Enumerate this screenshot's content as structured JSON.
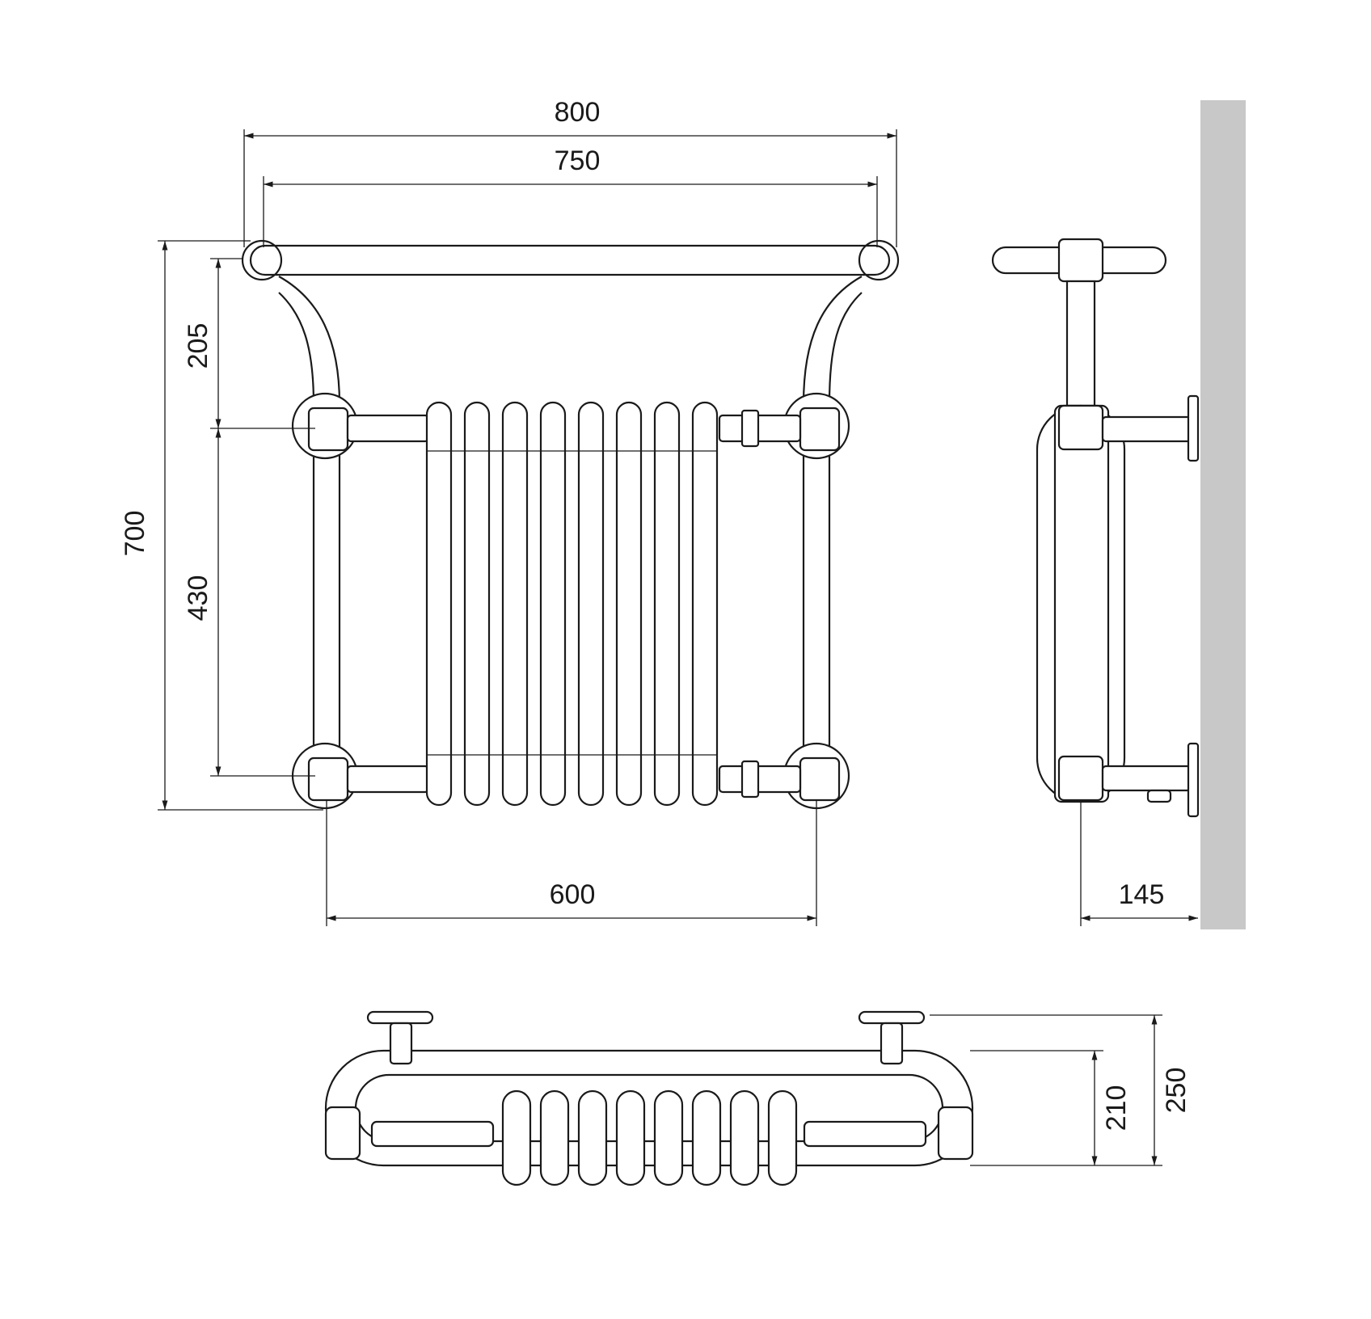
{
  "dimensions": {
    "overall_width": "800",
    "rail_width": "750",
    "overall_height": "700",
    "rail_to_top_valve": "205",
    "valve_to_valve_height": "430",
    "pipe_centres": "600",
    "wall_projection": "145",
    "depth_body": "210",
    "depth_overall": "250"
  },
  "colors": {
    "line": "#1a1a1a",
    "wall": "#c8c8c8",
    "background": "#ffffff"
  }
}
